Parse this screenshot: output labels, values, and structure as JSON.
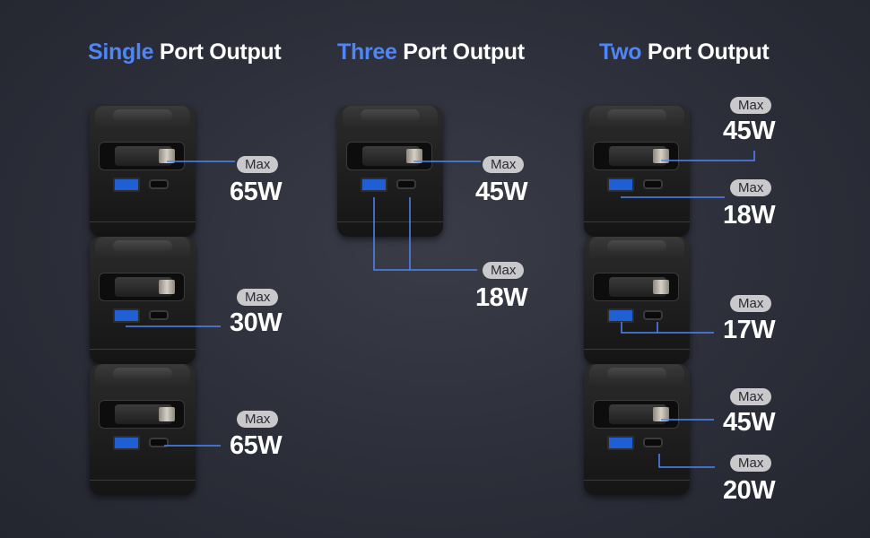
{
  "sections": [
    {
      "accent": "Single",
      "rest": " Port Output"
    },
    {
      "accent": "Three",
      "rest": " Port Output"
    },
    {
      "accent": "Two",
      "rest": " Port Output"
    }
  ],
  "labels": {
    "max": "Max",
    "s1_a": "65W",
    "s1_b": "30W",
    "s1_c": "65W",
    "s2_a": "45W",
    "s2_b": "18W",
    "s3_a": "45W",
    "s3_b": "18W",
    "s3_c": "17W",
    "s3_d": "45W",
    "s3_e": "20W"
  },
  "colors": {
    "accent": "#4f86f7",
    "usb_a": "#1f5fd3",
    "callout_line": "#4f86f7",
    "badge": "#c9c9cc"
  }
}
